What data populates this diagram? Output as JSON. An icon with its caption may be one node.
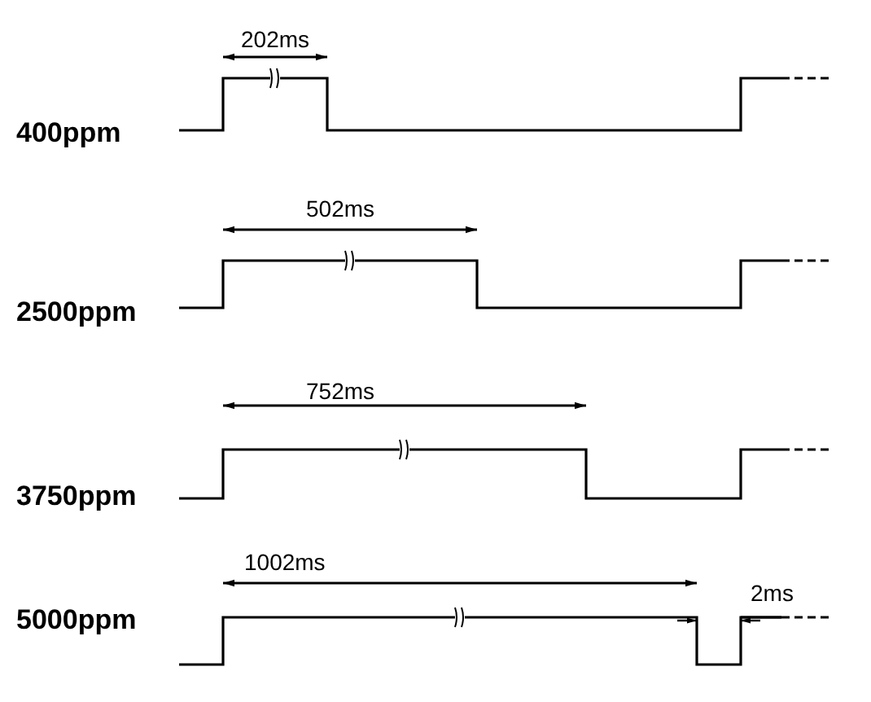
{
  "diagram": {
    "labels": [
      "202ms",
      "400ppm",
      "502ms",
      "2500ppm",
      "752ms",
      "3750ppm",
      "1002ms",
      "2ms",
      "5000ppm"
    ]
  }
}
